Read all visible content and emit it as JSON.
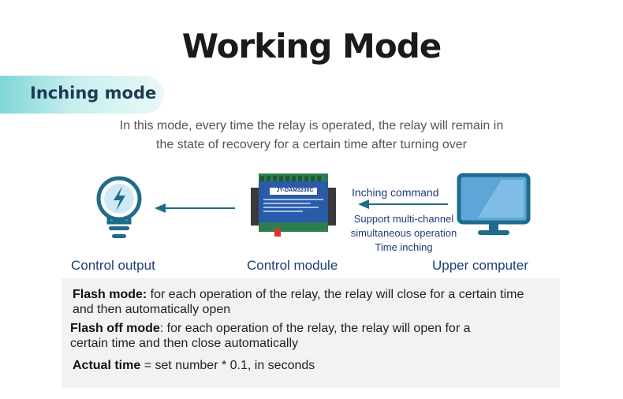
{
  "title": "Working Mode",
  "mode_label": "Inching mode",
  "description": {
    "line1": "In this mode, every time the relay is operated, the relay will remain in",
    "line2": "the state of recovery for a certain time after turning over"
  },
  "diagram": {
    "control_output": "Control output",
    "control_module": "Control module",
    "upper_computer": "Upper computer",
    "inching_command": "Inching command",
    "module_model": "JY-DAM3200C",
    "notes": [
      "Support multi-channel",
      "simultaneous operation",
      "Time inching"
    ]
  },
  "info": {
    "flash_mode_term": "Flash mode:",
    "flash_mode_text": " for each operation of the relay, the relay will close for a certain time",
    "flash_mode_text2": "and then automatically open",
    "flash_off_term": "Flash off mode",
    "flash_off_text": ": for each operation of the relay, the relay will open for a",
    "flash_off_text2": "certain time and then close automatically",
    "actual_time_term": "Actual time",
    "actual_time_text": " = set number * 0.1, in seconds"
  },
  "colors": {
    "label_blue": "#1f3c7a",
    "icon_teal": "#1e6c8a",
    "monitor_blue": "#5fa6d8",
    "module_blue": "#2a5aa8"
  }
}
